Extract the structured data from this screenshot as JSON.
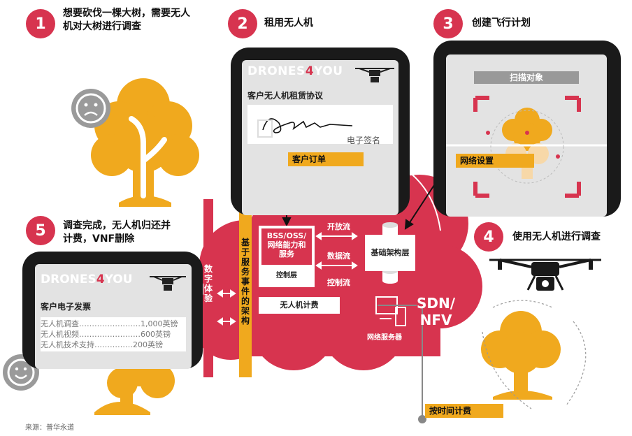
{
  "steps": [
    {
      "number": "1",
      "text_line1": "想要砍伐一棵大树，需要无人",
      "text_line2": "机对大树进行调查"
    },
    {
      "number": "2",
      "text_line1": "租用无人机",
      "text_line2": ""
    },
    {
      "number": "3",
      "text_line1": "创建飞行计划",
      "text_line2": ""
    },
    {
      "number": "4",
      "text_line1": "使用无人机进行调查",
      "text_line2": ""
    },
    {
      "number": "5",
      "text_line1": "调查完成，无人机归还并",
      "text_line2": "计费，VNF删除"
    }
  ],
  "phone_rent": {
    "brand_prefix": "DRONES",
    "brand_digit": "4",
    "brand_suffix": "YOU",
    "contract_title": "客户无人机租赁协议",
    "signature_label": "电子签名",
    "order_label": "客户订单"
  },
  "phone_plan": {
    "scan_label": "扫描对象",
    "network_label": "网络设置"
  },
  "phone_invoice": {
    "brand_prefix": "DRONES",
    "brand_digit": "4",
    "brand_suffix": "YOU",
    "invoice_title": "客户电子发票",
    "lines": [
      "无人机调查……………………1,000英镑",
      "无人机视频……………………600英镑",
      "无人机技术支持……………200英镑"
    ]
  },
  "cloud": {
    "bss_label": "BSS/OSS/\n网络能力和\n服务",
    "control_layer": "控制层",
    "open_flow": "开放流",
    "data_flow": "数据流",
    "control_flow": "控制流",
    "infra_layer": "基础架构层",
    "drone_billing": "无人机计费",
    "sdn_nfv": "SDN/\nNFV",
    "network_server": "网络服务器",
    "service_events": "基于服务事件的架构",
    "digital_experience": "数字体验",
    "time_billing": "按时间计费"
  },
  "source": "来源：普华永道",
  "colors": {
    "red": "#d7344f",
    "orange": "#f0a91e",
    "dark": "#1a1a1a",
    "gray": "#e3e3e3"
  }
}
